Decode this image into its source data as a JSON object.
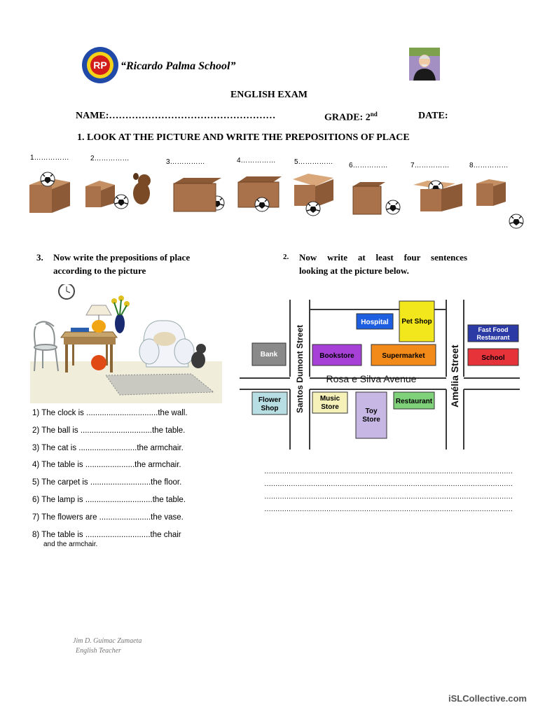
{
  "header": {
    "school_name": "“Ricardo Palma School”",
    "logo_text": "RP"
  },
  "exam_title": "ENGLISH EXAM",
  "fields": {
    "name_label": "NAME:……………………………………………",
    "grade_label": "GRADE: 2",
    "grade_sup": "nd",
    "date_label": "DATE:"
  },
  "section1": {
    "title": "1.   LOOK AT THE PICTURE AND WRITE THE PREPOSITIONS OF PLACE",
    "blanks": [
      "1……………",
      "2……………",
      "3……………",
      "4……………",
      "5……………",
      "6……………",
      "7……………",
      "8……………"
    ]
  },
  "section3": {
    "number": "3.",
    "title_line1": "Now write the prepositions of place",
    "title_line2": "according to the picture",
    "sentences": [
      "1) The clock is ................................the wall.",
      "2) The ball is ................................the table.",
      "3) The cat is ..........................the armchair.",
      "4) The table is ......................the armchair.",
      "5) The carpet is ...........................the floor.",
      "6) The lamp is ..............................the table.",
      "7) The flowers are .......................the vase.",
      "8) The table is .............................the chair"
    ],
    "sentence8_cont": "and the armchair."
  },
  "section2": {
    "number": "2.",
    "title_line1": "Now write at least four sentences",
    "title_line2": "looking at the picture below.",
    "lines": [
      "……………………………………………………………………………………………………………………………",
      "……………………………………………………………………………………………………………………………",
      "……………………………………………………………………………………………………………………………",
      "……………………………………………………………………………………………………………………………"
    ]
  },
  "map": {
    "street_avenue": "Rosa e Silva Avenue",
    "street_left": "Santos Dumont Street",
    "street_right": "Amélia Street",
    "places": {
      "hospital": "Hospital",
      "pet_shop": "Pet Shop",
      "fast_food": "Fast Food Restaurant",
      "bank": "Bank",
      "bookstore": "Bookstore",
      "supermarket": "Supermarket",
      "school": "School",
      "flower_shop": "Flower Shop",
      "music_store": "Music Store",
      "toy_store": "Toy Store",
      "restaurant": "Restaurant"
    },
    "colors": {
      "hospital": "#1d5fe0",
      "pet_shop": "#f2e61c",
      "fast_food": "#2c3aa6",
      "bank": "#8a8a8a",
      "bookstore": "#a640d6",
      "supermarket": "#f28a1a",
      "school": "#e6333a",
      "flower_shop": "#b7dfe3",
      "music_store": "#f5f1b8",
      "toy_store": "#c7b7e5",
      "restaurant": "#7fd27a"
    }
  },
  "signature": {
    "line1": "Jim D. Guimac Zumaeta",
    "line2": "English Teacher"
  },
  "footer": "iSLCollective.com"
}
